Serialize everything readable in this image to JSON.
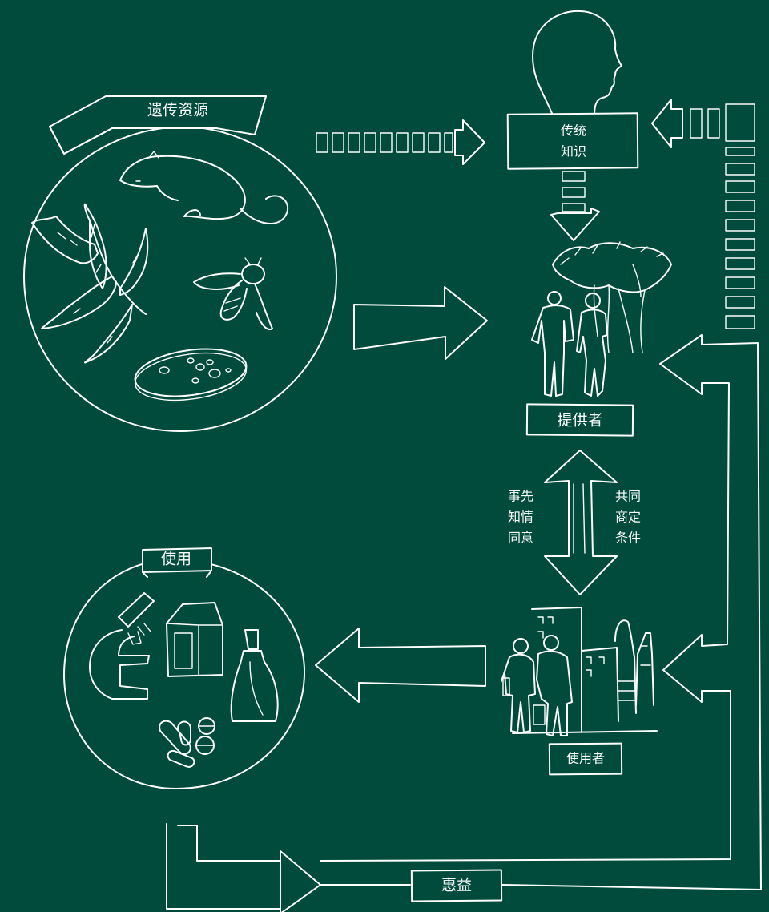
{
  "labels": {
    "genetic_resources": "遗传资源",
    "traditional_knowledge_line1": "传统",
    "traditional_knowledge_line2": "知识",
    "provider": "提供者",
    "pic_line1": "事先",
    "pic_line2": "知情",
    "pic_line3": "同意",
    "mat_line1": "共同",
    "mat_line2": "商定",
    "mat_line3": "条件",
    "utilization": "使用",
    "user": "使用者",
    "benefits": "惠益"
  },
  "colors": {
    "background": "#004b3c",
    "chalk": "#ffffff"
  }
}
